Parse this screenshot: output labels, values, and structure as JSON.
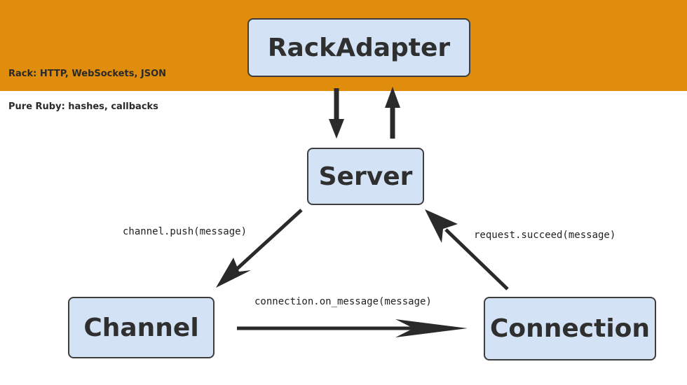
{
  "layers": {
    "rack": "Rack: HTTP, WebSockets, JSON",
    "pure_ruby": "Pure Ruby: hashes, callbacks"
  },
  "nodes": {
    "rack_adapter": "RackAdapter",
    "server": "Server",
    "channel": "Channel",
    "connection": "Connection"
  },
  "edges": {
    "server_to_channel": "channel.push(message)",
    "channel_to_connection": "connection.on_message(message)",
    "connection_to_server": "request.succeed(message)"
  },
  "colors": {
    "band": "#e08c0c",
    "node_fill": "#d3e3f5",
    "node_border": "#3e3e3e",
    "arrow": "#2a2a2a"
  }
}
